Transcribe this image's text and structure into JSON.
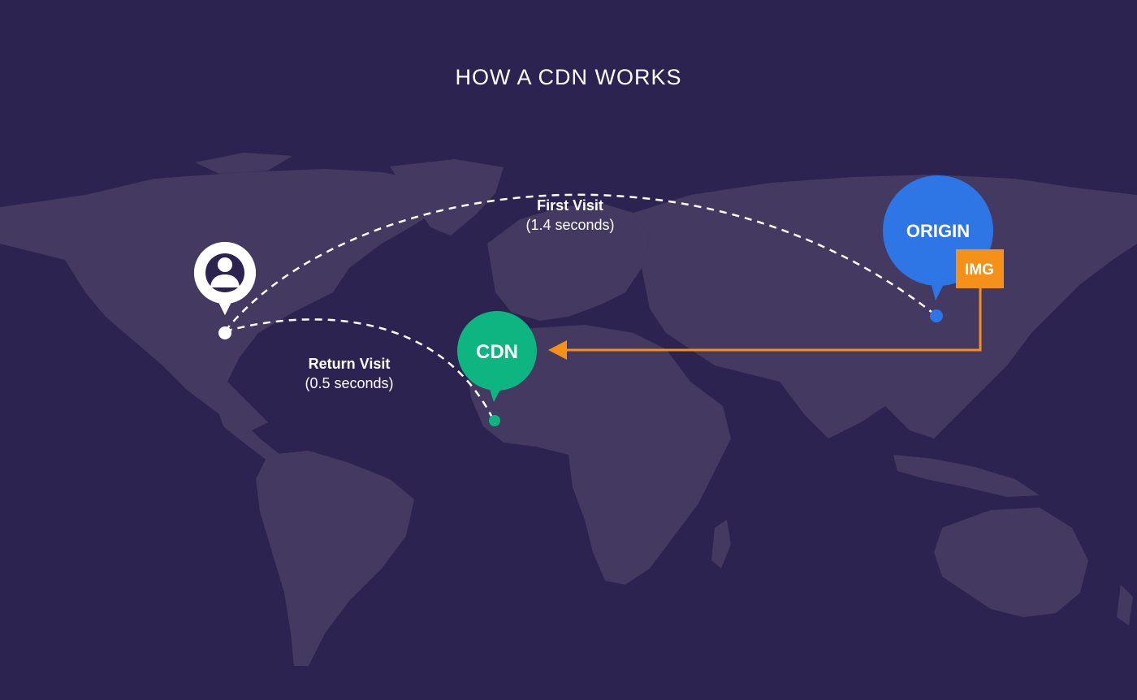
{
  "title": "HOW A CDN WORKS",
  "first_visit": {
    "label": "First Visit",
    "time": "(1.4 seconds)"
  },
  "return_visit": {
    "label": "Return Visit",
    "time": "(0.5 seconds)"
  },
  "origin": {
    "label": "ORIGIN",
    "asset": "IMG"
  },
  "cdn": {
    "label": "CDN"
  },
  "colors": {
    "background": "#2d2350",
    "land": "#433961",
    "origin": "#2e76e6",
    "cdn": "#0fb581",
    "asset": "#f59019",
    "path": "#ffffff"
  },
  "icons": {
    "user": "user-avatar-icon"
  }
}
